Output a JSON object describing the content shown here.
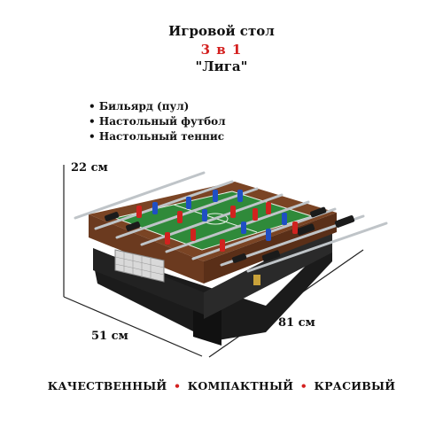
{
  "header": {
    "title": "Игровой стол",
    "subtitle": "3 в 1",
    "name": "\"Лига\""
  },
  "features": [
    "Бильярд (пул)",
    "Настольный футбол",
    "Настольный теннис"
  ],
  "dimensions": {
    "height": "22 см",
    "width": "51 см",
    "length": "81 см"
  },
  "tagline": {
    "items": [
      "КАЧЕСТВЕННЫЙ",
      "КОМПАКТНЫЙ",
      "КРАСИВЫЙ"
    ],
    "separator": "•"
  },
  "colors": {
    "accent": "#d4201f",
    "wood": "#6b3a1f",
    "field": "#2f8a3a",
    "player_red": "#d0231f",
    "player_blue": "#1f4fc4",
    "base": "#1b1b1b"
  }
}
